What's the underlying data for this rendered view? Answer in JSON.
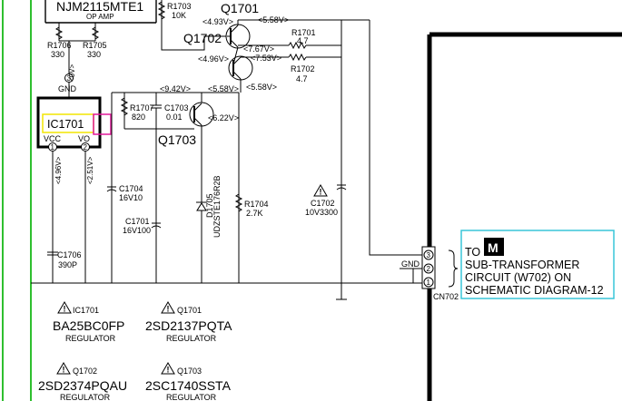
{
  "colors": {
    "wire": "#000000",
    "ground_rail": "#2fbf2f",
    "ic_label_box": "#f2e600",
    "ic_side_box": "#e0189a",
    "note_box": "#38c6d9"
  },
  "top_ic": {
    "part": "NJM2115MTE1",
    "desc": "OP AMP"
  },
  "transistor_labels": {
    "q1701": "Q1701",
    "q1702": "Q1702",
    "q1703": "Q1703"
  },
  "ic1701": {
    "name": "IC1701",
    "pin_gnd": "GND",
    "pin_vcc": "VCC",
    "pin_vo": "VO",
    "pin1": "1",
    "pin2": "2",
    "pin3": "3"
  },
  "voltages": {
    "ic_gnd_pin": "<0V>",
    "ic_vcc_pin": "<4.96V>",
    "ic_vo_pin": "<2.51V>",
    "q1702_base": "<4.93V>",
    "q1701_collector_top": "<5.58V>",
    "q1702_emitter_a": "<7.67V>",
    "q1702_emitter_b": "<7.53V>",
    "q1701_base": "<4.96V>",
    "q1701_emitter": "<5.58V>",
    "q1703_base": "<9.42V>",
    "q1703_collector": "<5.58V>",
    "q1703_emitter": "<6.22V>"
  },
  "components": {
    "r1703": {
      "ref": "R1703",
      "value": "10K"
    },
    "r1706": {
      "ref": "R1706",
      "value": "330"
    },
    "r1705": {
      "ref": "R1705",
      "value": "330"
    },
    "r1701": {
      "ref": "R1701",
      "value": "4.7"
    },
    "r1702": {
      "ref": "R1702",
      "value": "4.7"
    },
    "r1707": {
      "ref": "R1707",
      "value": "820"
    },
    "c1703": {
      "ref": "C1703",
      "value": "0.01"
    },
    "c1704": {
      "ref": "C1704",
      "value": "16V10"
    },
    "c1701": {
      "ref": "C1701",
      "value": "16V100"
    },
    "d1705": {
      "ref": "D1705",
      "value": "UDZSTE176R2B"
    },
    "r1704": {
      "ref": "R1704",
      "value": "2.7K"
    },
    "c1702": {
      "ref": "C1702",
      "value": "10V3300"
    },
    "c1706": {
      "ref": "C1706",
      "value": "390P"
    }
  },
  "connector": {
    "name": "CN702",
    "gnd_label": "GND",
    "pin1": "1",
    "pin2": "2",
    "pin3": "3"
  },
  "note": {
    "to": "TO",
    "letter": "M",
    "line1": "SUB-TRANSFORMER",
    "line2": "CIRCUIT (W702) ON",
    "line3": "SCHEMATIC DIAGRAM-12"
  },
  "part_list": [
    {
      "ref": "IC1701",
      "part": "BA25BC0FP",
      "role": "REGULATOR"
    },
    {
      "ref": "Q1701",
      "part": "2SD2137PQTA",
      "role": "REGULATOR"
    },
    {
      "ref": "Q1702",
      "part": "2SD2374PQAU",
      "role": "REGULATOR"
    },
    {
      "ref": "Q1703",
      "part": "2SC1740SSTA",
      "role": "REGULATOR"
    }
  ]
}
